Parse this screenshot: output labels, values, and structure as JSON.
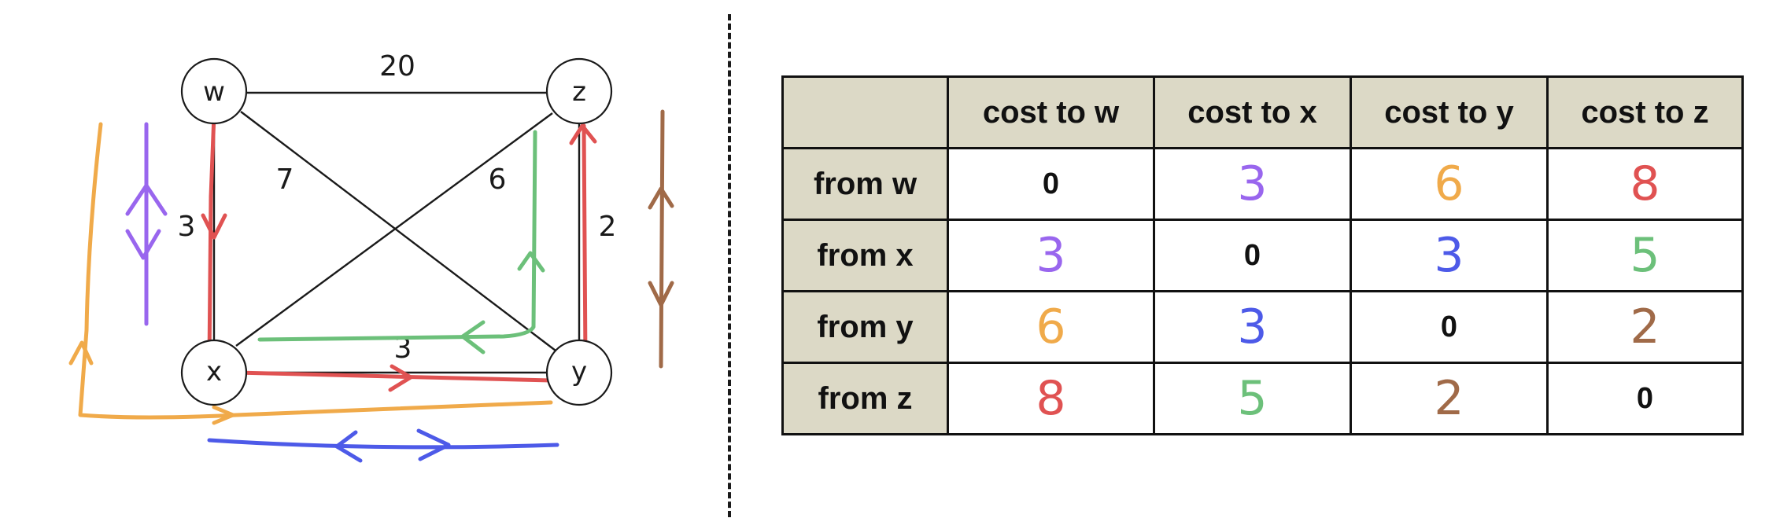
{
  "graph": {
    "nodes": [
      {
        "id": "w",
        "label": "w"
      },
      {
        "id": "z",
        "label": "z"
      },
      {
        "id": "x",
        "label": "x"
      },
      {
        "id": "y",
        "label": "y"
      }
    ],
    "edges": [
      {
        "from": "w",
        "to": "z",
        "weight": "20"
      },
      {
        "from": "w",
        "to": "x",
        "weight": "3"
      },
      {
        "from": "w",
        "to": "y",
        "weight": "7"
      },
      {
        "from": "z",
        "to": "x",
        "weight": "6"
      },
      {
        "from": "z",
        "to": "y",
        "weight": "2"
      },
      {
        "from": "x",
        "to": "y",
        "weight": "3"
      }
    ]
  },
  "colors": {
    "purple": "#9966ee",
    "orange": "#f0aa4a",
    "red": "#e05252",
    "green": "#6cc07a",
    "blue": "#4d5ae8",
    "brown": "#a06a48",
    "header_bg": "#dcd9c6"
  },
  "table": {
    "columns": [
      "",
      "cost to w",
      "cost to x",
      "cost to y",
      "cost to z"
    ],
    "rows": [
      {
        "label": "from w",
        "cells": [
          {
            "value": "0",
            "color": ""
          },
          {
            "value": "3",
            "color": "#9966ee"
          },
          {
            "value": "6",
            "color": "#f0aa4a"
          },
          {
            "value": "8",
            "color": "#e05252"
          }
        ]
      },
      {
        "label": "from x",
        "cells": [
          {
            "value": "3",
            "color": "#9966ee"
          },
          {
            "value": "0",
            "color": ""
          },
          {
            "value": "3",
            "color": "#4d5ae8"
          },
          {
            "value": "5",
            "color": "#6cc07a"
          }
        ]
      },
      {
        "label": "from y",
        "cells": [
          {
            "value": "6",
            "color": "#f0aa4a"
          },
          {
            "value": "3",
            "color": "#4d5ae8"
          },
          {
            "value": "0",
            "color": ""
          },
          {
            "value": "2",
            "color": "#a06a48"
          }
        ]
      },
      {
        "label": "from z",
        "cells": [
          {
            "value": "8",
            "color": "#e05252"
          },
          {
            "value": "5",
            "color": "#6cc07a"
          },
          {
            "value": "2",
            "color": "#a06a48"
          },
          {
            "value": "0",
            "color": ""
          }
        ]
      }
    ]
  }
}
